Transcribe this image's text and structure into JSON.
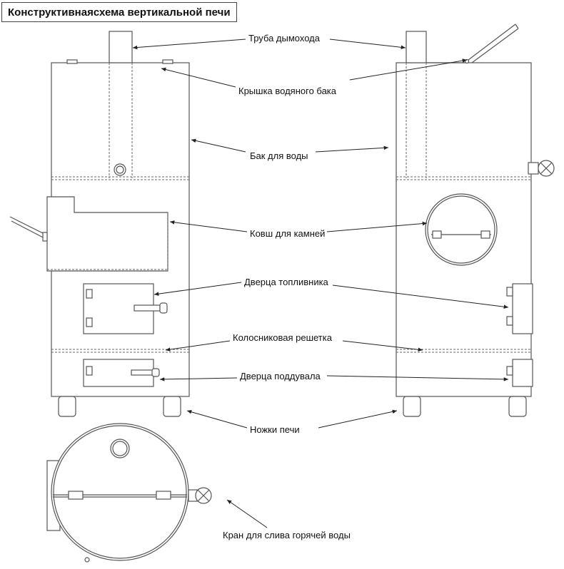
{
  "title": "Конструктивнаясхема вертикальной печи",
  "labels": {
    "chimney": "Труба дымохода",
    "tank_lid": "Крышка водяного бака",
    "water_tank": "Бак для воды",
    "stone_basket": "Ковш для камней",
    "firebox_door": "Дверца топливника",
    "grate": "Колосниковая решетка",
    "ash_door": "Дверца поддувала",
    "legs": "Ножки печи",
    "drain_tap": "Кран для слива горячей воды"
  }
}
